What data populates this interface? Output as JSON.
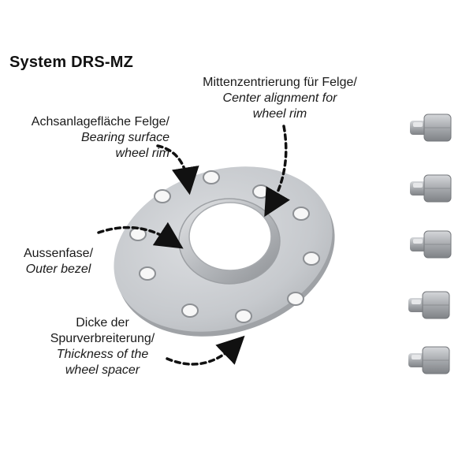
{
  "title": "System DRS-MZ",
  "labels": {
    "center_alignment": {
      "de": "Mittenzentrierung für Felge/",
      "en1": "Center alignment for",
      "en2": "wheel rim"
    },
    "bearing_surface": {
      "de": "Achsanlagefläche Felge/",
      "en1": "Bearing surface",
      "en2": "wheel rim"
    },
    "outer_bezel": {
      "de": "Aussenfase/",
      "en1": "Outer bezel"
    },
    "thickness": {
      "de1": "Dicke der",
      "de2": "Spurverbreiterung/",
      "en1": "Thickness of the",
      "en2": "wheel spacer"
    }
  },
  "colors": {
    "spacer_face": "#c9cbce",
    "spacer_shadow": "#a7aaae",
    "hub_ring": "#b9bcc0",
    "arrow": "#111111",
    "nut_body": "#a9abae"
  },
  "icons": [
    "wheel-spacer-disc",
    "lug-nut-icon"
  ]
}
